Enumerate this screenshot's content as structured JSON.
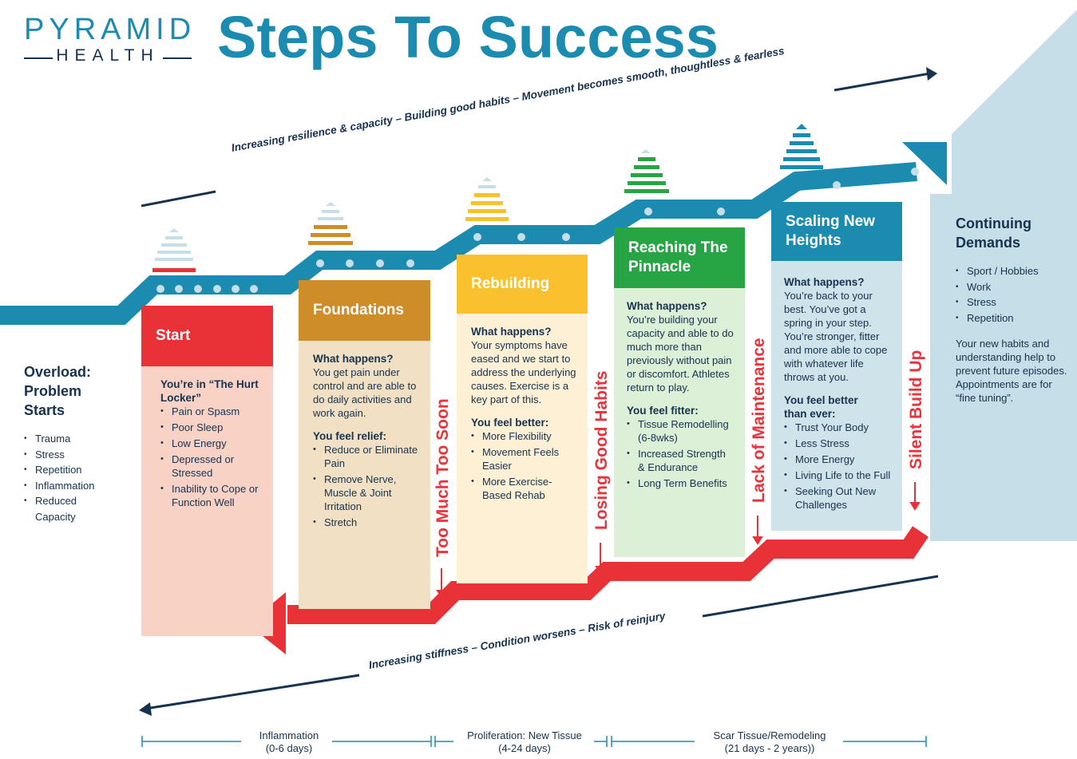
{
  "logo": {
    "top": "PYRAMID",
    "bottom": "HEALTH"
  },
  "title": "Steps To Success",
  "top_arrow_text": "Increasing resilience & capacity  –  Building good habits  –  Movement becomes smooth, thoughtless & fearless",
  "bottom_arrow_text": "Increasing stiffness –  Condition worsens  –  Risk of reinjury",
  "overload": {
    "title_lines": [
      "Overload:",
      "Problem",
      "Starts"
    ],
    "items": [
      "Trauma",
      "Stress",
      "Repetition",
      "Inflammation",
      "Reduced Capacity"
    ]
  },
  "continuing": {
    "title_lines": [
      "Continuing",
      "Demands"
    ],
    "items": [
      "Sport / Hobbies",
      "Work",
      "Stress",
      "Repetition"
    ],
    "text": "Your new habits and understanding help to prevent future episodes. Appointments are for “fine tuning”."
  },
  "cards": [
    {
      "title": "Start",
      "head_color": "#e83237",
      "body_color": "#f9d2c6",
      "sections": [
        {
          "heading": "You’re in “The Hurt Locker”",
          "items": [
            "Pain or Spasm",
            "Poor Sleep",
            "Low Energy",
            "Depressed or Stressed",
            "Inability to Cope or Function Well"
          ]
        }
      ]
    },
    {
      "title": "Foundations",
      "head_color": "#cf8d2a",
      "body_color": "#f1e0c4",
      "sections": [
        {
          "heading": "What happens?",
          "text": "You get pain under control and are able to do daily activities and work again."
        },
        {
          "heading": "You feel relief:",
          "items": [
            "Reduce or Eliminate Pain",
            "Remove Nerve, Muscle & Joint Irritation",
            "Stretch"
          ]
        }
      ]
    },
    {
      "title": "Rebuilding",
      "head_color": "#f8c12d",
      "body_color": "#fdf0d5",
      "sections": [
        {
          "heading": "What happens?",
          "text": "Your symptoms have eased and we start to address the underlying causes. Exercise is a key part of this."
        },
        {
          "heading": "You feel better:",
          "items": [
            "More Flexibility",
            "Movement Feels Easier",
            "More Exercise-Based Rehab"
          ]
        }
      ]
    },
    {
      "title": "Reaching The Pinnacle",
      "head_color": "#27a544",
      "body_color": "#dcefd7",
      "sections": [
        {
          "heading": "What happens?",
          "text": "You’re building your capacity and able to do much more than previously without pain or discomfort. Athletes return to play."
        },
        {
          "heading": "You feel fitter:",
          "items": [
            "Tissue Remodelling (6-8wks)",
            "Increased Strength & Endurance",
            "Long Term Benefits"
          ]
        }
      ]
    },
    {
      "title": "Scaling New Heights",
      "head_color": "#1b8bb0",
      "body_color": "#cfe3ea",
      "sections": [
        {
          "heading": "What happens?",
          "text": "You’re back to your best. You’ve got a spring in your step. You’re stronger, fitter and more able to cope with whatever life throws at you."
        },
        {
          "heading": "You feel better than ever:",
          "items": [
            "Trust Your Body",
            "Less Stress",
            "More Energy",
            "Living Life to the Full",
            "Seeking Out New Challenges"
          ]
        }
      ]
    }
  ],
  "warnings": [
    "Too Much Too Soon",
    "Losing Good Habits",
    "Lack of Maintenance",
    "Silent Build Up"
  ],
  "phases": [
    {
      "line1": "Inflammation",
      "line2": "(0-6 days)"
    },
    {
      "line1": "Proliferation: New Tissue",
      "line2": "(4-24 days)"
    },
    {
      "line1": "Scar Tissue/Remodeling",
      "line2": "(21 days - 2 years))"
    }
  ],
  "colors": {
    "blue": "#1b8bb0",
    "navy": "#16324f",
    "red": "#e83237",
    "light_blue": "#c5dee7"
  }
}
